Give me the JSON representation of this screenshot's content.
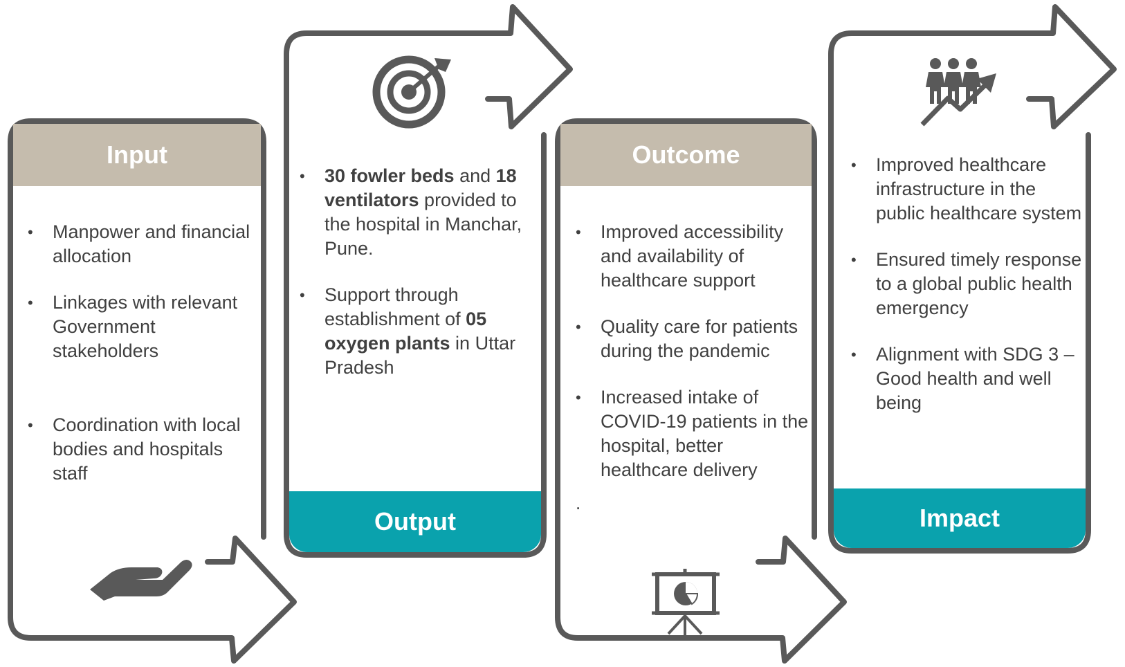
{
  "colors": {
    "outline": "#595959",
    "beige": "#c5bcad",
    "teal": "#0aa2ad",
    "text": "#404040"
  },
  "input": {
    "title": "Input",
    "icon": "hand-giving-icon",
    "items": [
      "Manpower and financial allocation",
      "Linkages with relevant Government stakeholders",
      "Coordination with local bodies and hospitals staff"
    ]
  },
  "output": {
    "title": "Output",
    "icon": "target-icon",
    "item1": {
      "b1": "30 fowler beds",
      "t1": " and ",
      "b2": "18 ventilators",
      "t2": " provided to the hospital in Manchar, Pune."
    },
    "item2": {
      "t1": "Support through establishment of ",
      "b1": "05 oxygen plants",
      "t2": " in Uttar Pradesh"
    }
  },
  "outcome": {
    "title": "Outcome",
    "icon": "presentation-chart-icon",
    "items": [
      "Improved accessibility and availability of healthcare support",
      "Quality care for patients during the pandemic",
      "Increased intake of COVID-19 patients in the hospital, better healthcare delivery"
    ],
    "trailing": "."
  },
  "impact": {
    "title": "Impact",
    "icon": "people-growth-icon",
    "items": [
      "Improved healthcare infrastructure in the public healthcare system",
      "Ensured timely response to a global public health emergency",
      "Alignment with SDG 3 – Good health and well being"
    ]
  }
}
